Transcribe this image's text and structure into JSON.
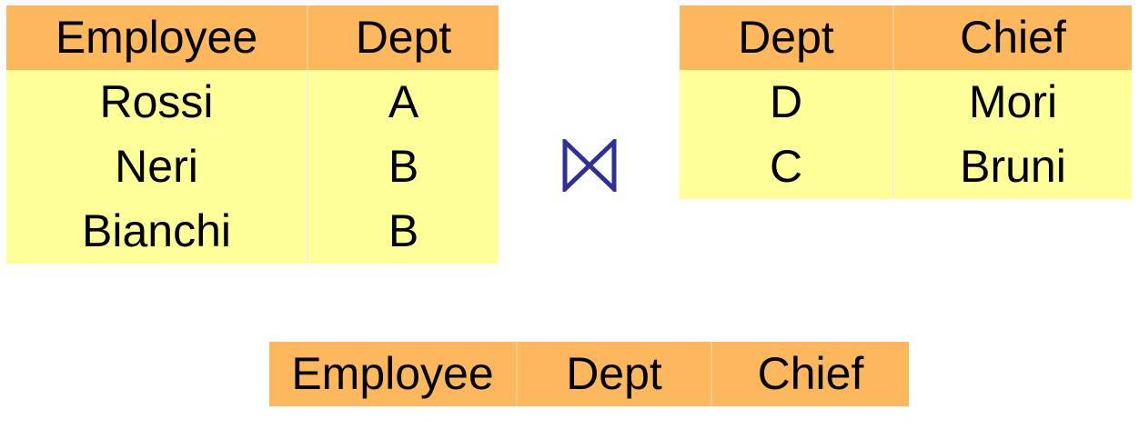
{
  "left_relation": {
    "columns": [
      "Employee",
      "Dept"
    ],
    "rows": [
      [
        "Rossi",
        "A"
      ],
      [
        "Neri",
        "B"
      ],
      [
        "Bianchi",
        "B"
      ]
    ]
  },
  "operator": {
    "name": "natural-join",
    "icon": "bowtie-join-icon",
    "color": "#2e3192"
  },
  "right_relation": {
    "columns": [
      "Dept",
      "Chief"
    ],
    "rows": [
      [
        "D",
        "Mori"
      ],
      [
        "C",
        "Bruni"
      ]
    ]
  },
  "result_relation": {
    "columns": [
      "Employee",
      "Dept",
      "Chief"
    ],
    "rows": []
  },
  "colors": {
    "header_bg": "#fdb75d",
    "cell_bg": "#ffff99"
  }
}
